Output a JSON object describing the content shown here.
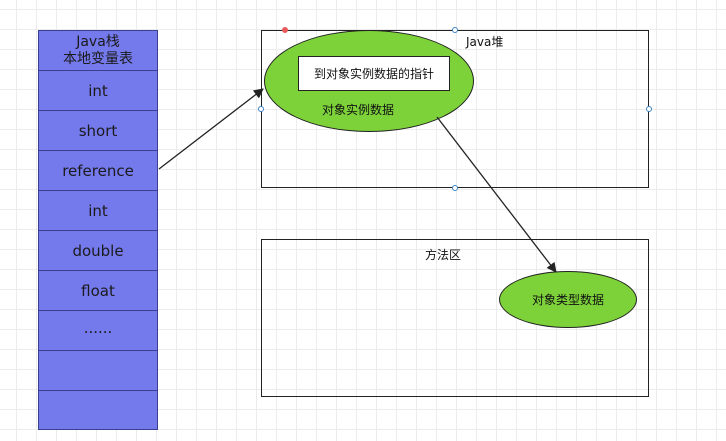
{
  "stack": {
    "title_line1": "Java栈",
    "title_line2": "本地变量表",
    "slots": [
      "int",
      "short",
      "reference",
      "int",
      "double",
      "float",
      "......",
      "",
      ""
    ]
  },
  "heap": {
    "label": "Java堆",
    "object_ellipse_label": "对象实例数据",
    "pointer_box_label": "到对象实例数据的指针"
  },
  "method_area": {
    "label": "方法区",
    "type_ellipse_label": "对象类型数据"
  },
  "colors": {
    "stack_fill": "#7479ec",
    "ellipse_fill": "#7dd23a",
    "selection_handle": "#3b82c4"
  }
}
